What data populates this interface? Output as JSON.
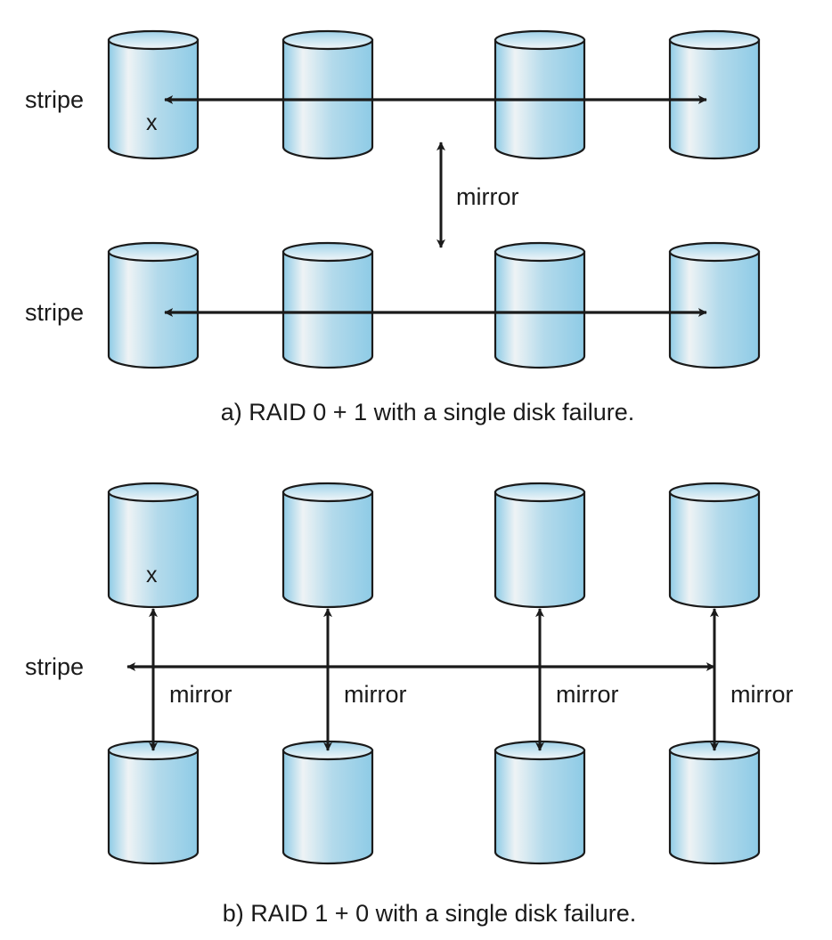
{
  "diagram": {
    "colors": {
      "stroke": "#1a1a1a",
      "disk_dark": "#8ecbe6",
      "disk_light": "#eef3f5",
      "background": "#ffffff"
    },
    "panel_a": {
      "caption": "a) RAID 0 + 1 with a single disk failure.",
      "stripe_label_top": "stripe",
      "stripe_label_bottom": "stripe",
      "mirror_label": "mirror",
      "failed_disk_marker": "x",
      "top_row_disks": [
        "disk-1",
        "disk-2",
        "disk-3",
        "disk-4"
      ],
      "bottom_row_disks": [
        "disk-5",
        "disk-6",
        "disk-7",
        "disk-8"
      ],
      "failed_disk": "disk-1"
    },
    "panel_b": {
      "caption": "b) RAID 1 + 0 with a single disk failure.",
      "stripe_label": "stripe",
      "mirror_labels": [
        "mirror",
        "mirror",
        "mirror",
        "mirror"
      ],
      "failed_disk_marker": "x",
      "top_row_disks": [
        "disk-1",
        "disk-2",
        "disk-3",
        "disk-4"
      ],
      "bottom_row_disks": [
        "disk-5",
        "disk-6",
        "disk-7",
        "disk-8"
      ],
      "failed_disk": "disk-1"
    }
  }
}
